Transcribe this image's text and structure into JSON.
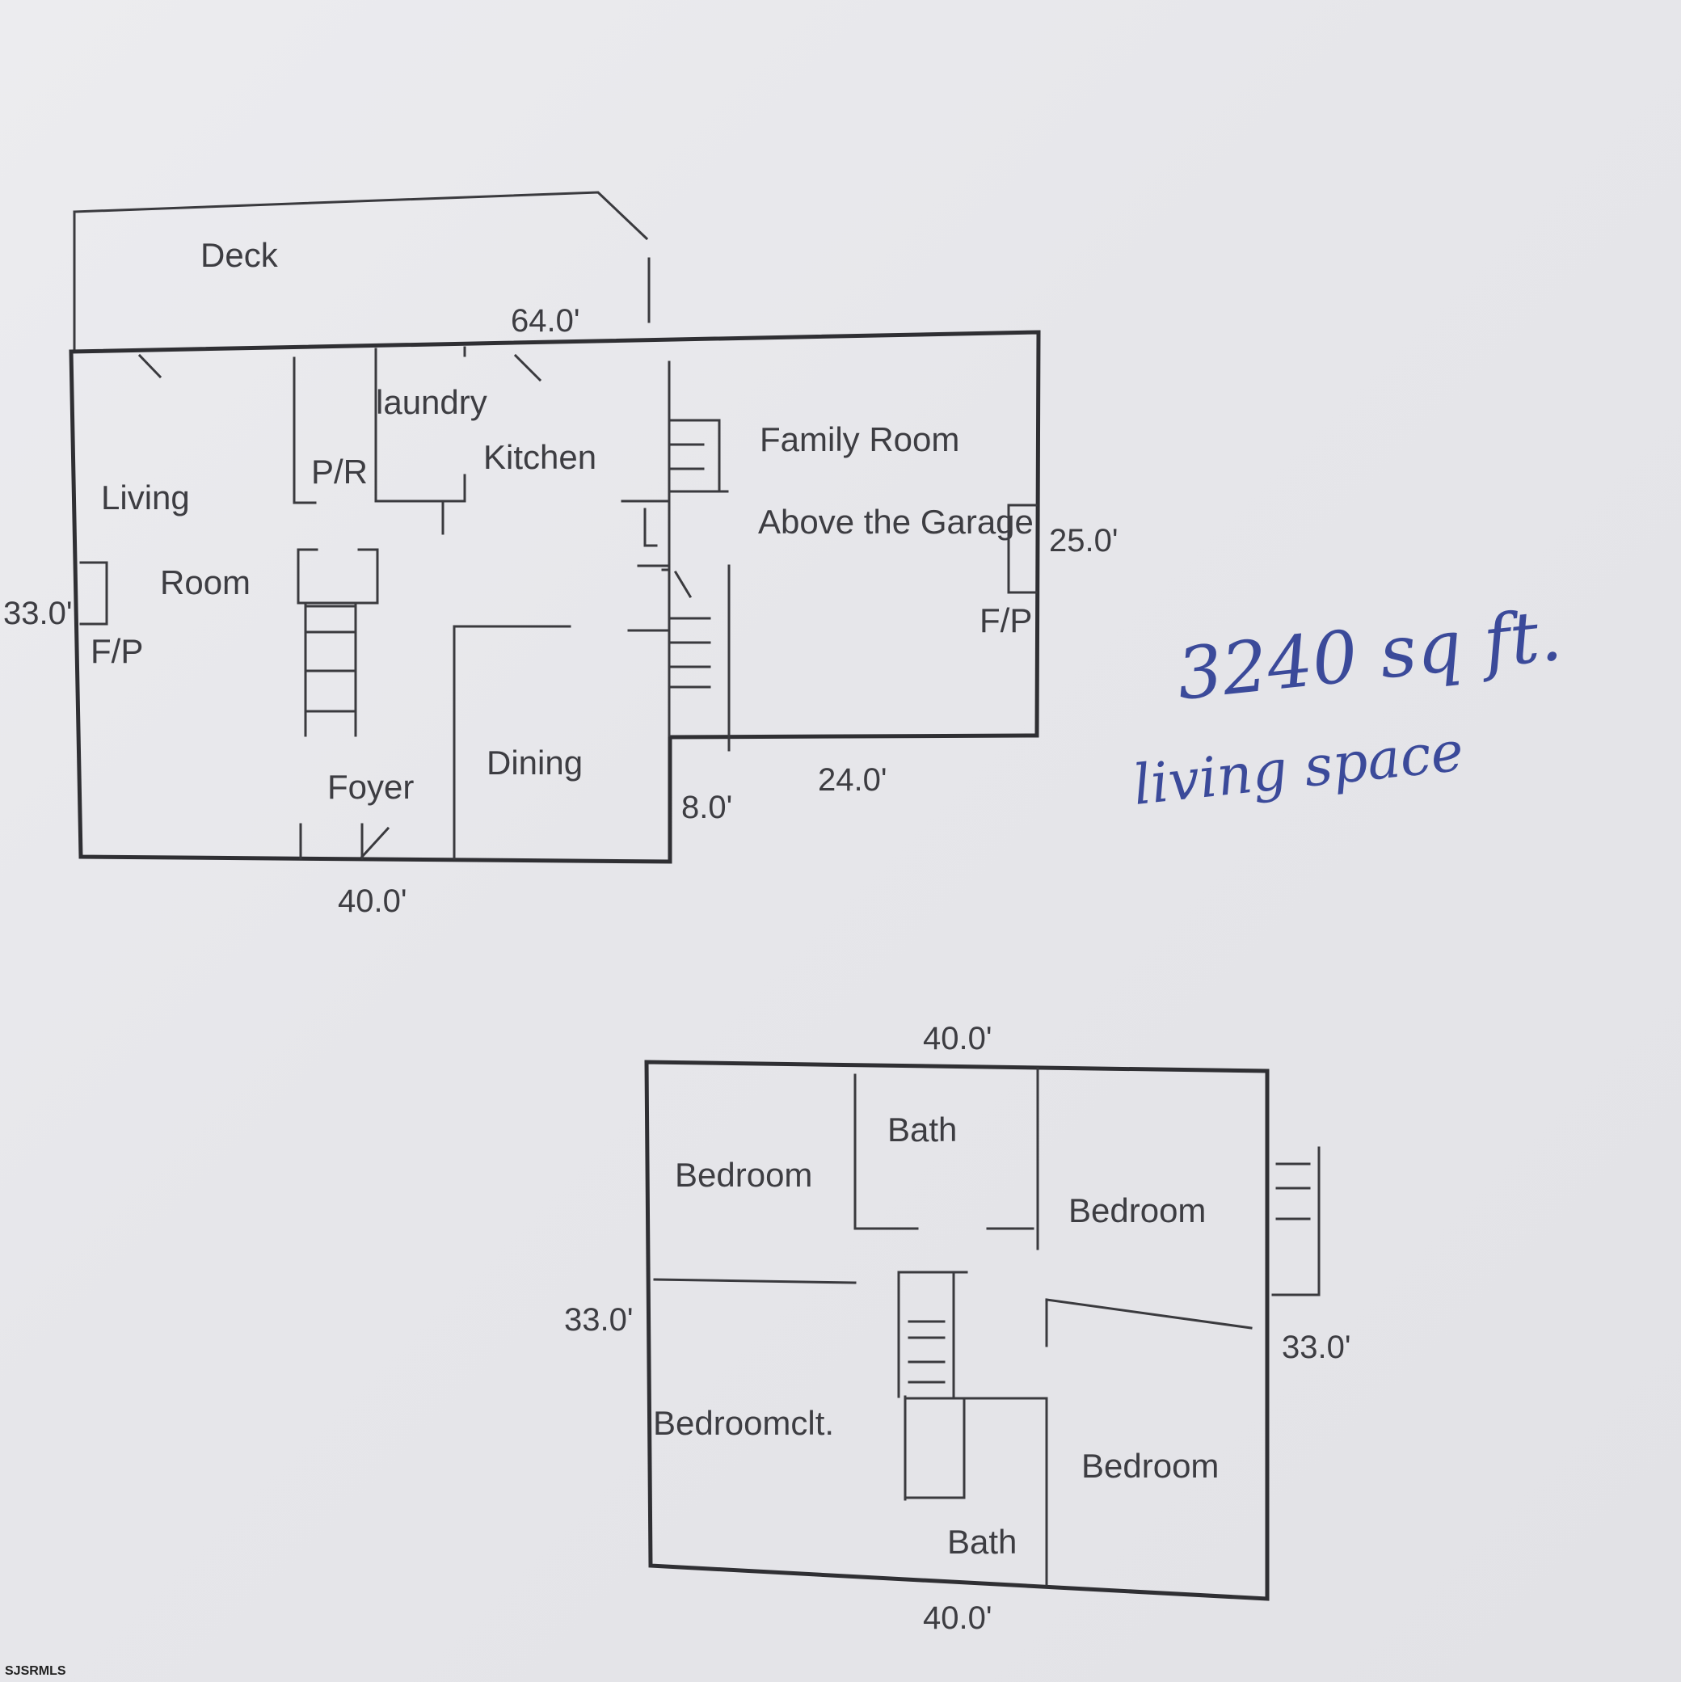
{
  "floor1": {
    "rooms": {
      "deck": "Deck",
      "laundry": "laundry",
      "powder_room": "P/R",
      "kitchen": "Kitchen",
      "family_room": "Family Room",
      "above_garage": "Above the Garage",
      "living": "Living",
      "room": "Room",
      "fireplace_left": "F/P",
      "fireplace_right": "F/P",
      "foyer": "Foyer",
      "dining": "Dining"
    },
    "dimensions": {
      "top": "64.0'",
      "right": "25.0'",
      "left": "33.0'",
      "bottom": "40.0'",
      "step": "8.0'",
      "garage_bottom": "24.0'"
    }
  },
  "floor2": {
    "rooms": {
      "bedroom_tl": "Bedroom",
      "bath_top": "Bath",
      "bedroom_tr": "Bedroom",
      "bedroom_cl": "Bedroomclt.",
      "bedroom_br": "Bedroom",
      "bath_bottom": "Bath"
    },
    "dimensions": {
      "top": "40.0'",
      "left": "33.0'",
      "right": "33.0'",
      "bottom": "40.0'"
    }
  },
  "handwritten": {
    "area": "3240 sq ft.",
    "caption": "living space"
  },
  "watermark": "SJSRMLS"
}
